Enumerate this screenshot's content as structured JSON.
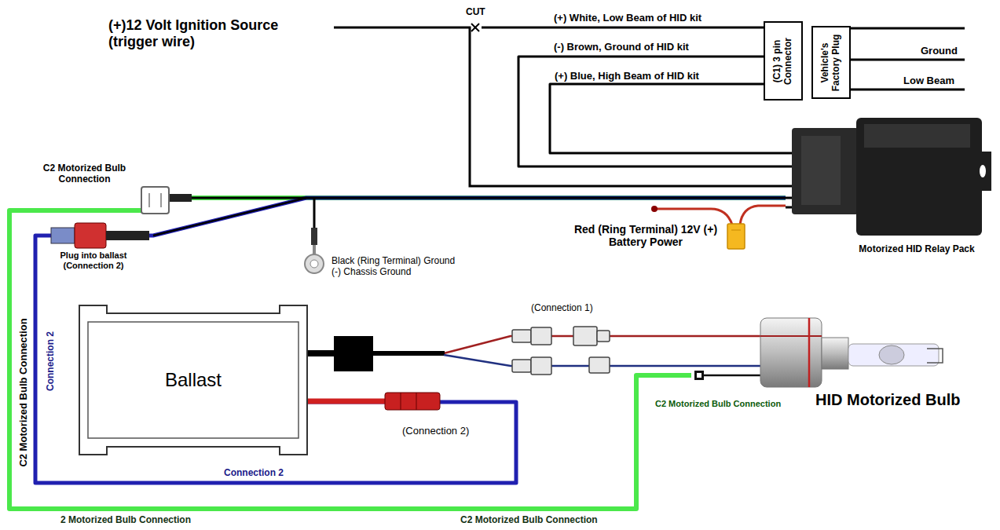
{
  "diagram": {
    "nodes": [
      {
        "text": [
          "(C1) 3 pin Connector"
        ]
      },
      {
        "text": [
          "Vehicle's Factory Plug"
        ]
      },
      {
        "text": [
          "Motorized HID Relay Pack"
        ]
      },
      {
        "text": [
          "Ballast"
        ]
      },
      {
        "text": [
          "HID Motorized Bulb"
        ]
      }
    ],
    "edges": [
      {
        "from": 0,
        "to": 2,
        "arrow": "none",
        "label": "(-) Brown, Ground of HID kit"
      },
      {
        "from": 0,
        "to": 2,
        "arrow": "none",
        "label": "(+) Blue, High Beam of HID kit"
      },
      {
        "from": 3,
        "to": 4,
        "arrow": "none"
      },
      {
        "from": 2,
        "to": 4,
        "arrow": "none"
      },
      {
        "from": 2,
        "to": 3,
        "arrow": "none"
      }
    ],
    "labels": [
      "(+)12 Volt Ignition Source (trigger wire)",
      "CUT",
      "(+) White, Low Beam of HID kit",
      "Ground",
      "Low Beam",
      "Red (Ring Terminal) 12V (+) Battery Power",
      "C2 Motorized Bulb Connection",
      "Plug into ballast (Connection 2)",
      "Black (Ring Terminal) Ground (-) Chassis Ground",
      "(Connection 1)",
      "(Connection 2)",
      "C2 Motorized Bulb Connection",
      "C2 Motorized Bulb Connection",
      "Connection 2",
      "Connection 2",
      "2 Motorized Bulb Connection",
      "C2 Motorized Bulb Connection"
    ]
  }
}
